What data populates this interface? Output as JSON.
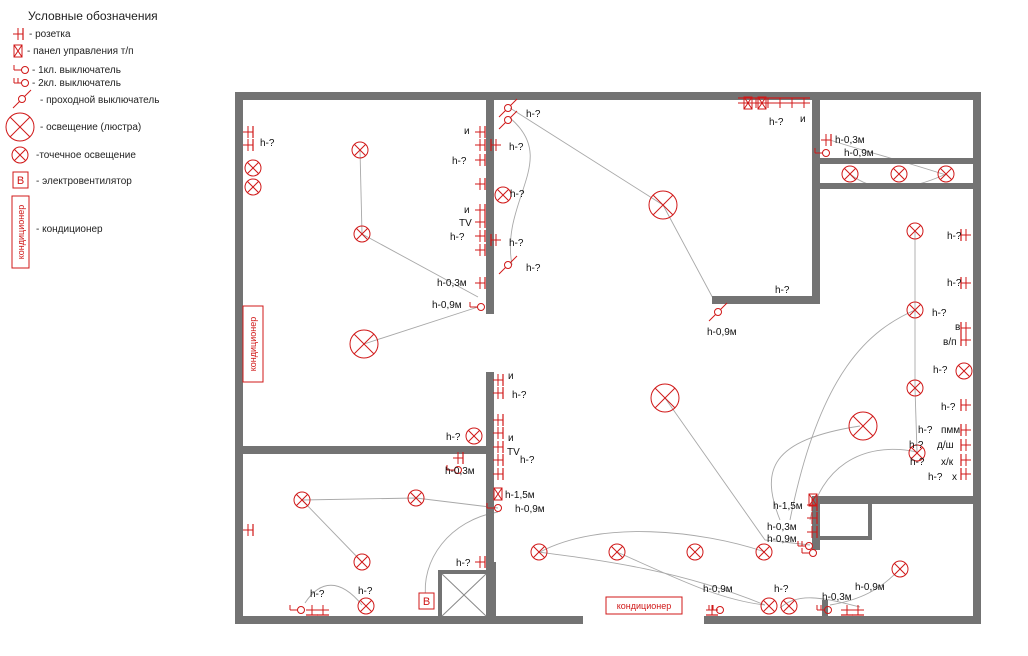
{
  "legend": {
    "title": "Условные обозначения",
    "items": [
      {
        "icon": "socket-icon",
        "label": "- розетка"
      },
      {
        "icon": "floor-heating-panel-icon",
        "label": "- панел управления т/п"
      },
      {
        "icon": "switch-1-key-icon",
        "label": "- 1кл. выключатель"
      },
      {
        "icon": "switch-2-key-icon",
        "label": "- 2кл. выключатель"
      },
      {
        "icon": "pass-through-switch-icon",
        "label": "- проходной выключатель"
      },
      {
        "icon": "chandelier-icon",
        "label": "- освещение (люстра)"
      },
      {
        "icon": "spot-light-icon",
        "label": "-точечное освещение"
      },
      {
        "icon": "fan-icon",
        "label": "- электровентилятор",
        "symbol": "В"
      },
      {
        "icon": "air-conditioner-icon",
        "label": "- кондиционер",
        "symbol": "кондиционер"
      }
    ]
  },
  "plan_labels": [
    {
      "id": "l1",
      "text": "h-?"
    },
    {
      "id": "l2",
      "text": "и"
    },
    {
      "id": "l3",
      "text": "h-?"
    },
    {
      "id": "l4",
      "text": "h-?"
    },
    {
      "id": "l5",
      "text": "h-?"
    },
    {
      "id": "l6",
      "text": "и"
    },
    {
      "id": "l7",
      "text": "TV"
    },
    {
      "id": "l8",
      "text": "h-?"
    },
    {
      "id": "l9",
      "text": "h-?"
    },
    {
      "id": "l10",
      "text": "h-?"
    },
    {
      "id": "l11",
      "text": "h-?"
    },
    {
      "id": "l12",
      "text": "h-0,3м"
    },
    {
      "id": "l13",
      "text": "h-0,9м"
    },
    {
      "id": "l14",
      "text": "h-?"
    },
    {
      "id": "l15",
      "text": "и"
    },
    {
      "id": "l16",
      "text": "h-0,3м"
    },
    {
      "id": "l17",
      "text": "h-0,9м"
    },
    {
      "id": "l18",
      "text": "h-?"
    },
    {
      "id": "l19",
      "text": "h-0,9м"
    },
    {
      "id": "l20",
      "text": "и"
    },
    {
      "id": "l21",
      "text": "h-?"
    },
    {
      "id": "l22",
      "text": "h-?"
    },
    {
      "id": "l23",
      "text": "и"
    },
    {
      "id": "l24",
      "text": "TV"
    },
    {
      "id": "l25",
      "text": "h-?"
    },
    {
      "id": "l26",
      "text": "h-0,3м"
    },
    {
      "id": "l27",
      "text": "h-1,5м"
    },
    {
      "id": "l28",
      "text": "h-0,9м"
    },
    {
      "id": "l29",
      "text": "h-?"
    },
    {
      "id": "l30",
      "text": "h-?"
    },
    {
      "id": "l31",
      "text": "h-?"
    },
    {
      "id": "l32",
      "text": "h-?"
    },
    {
      "id": "l33",
      "text": "h-?"
    },
    {
      "id": "l34",
      "text": "h-?"
    },
    {
      "id": "l35",
      "text": "в"
    },
    {
      "id": "l36",
      "text": "в/п"
    },
    {
      "id": "l37",
      "text": "h-?"
    },
    {
      "id": "l38",
      "text": "h-?"
    },
    {
      "id": "l39",
      "text": "пмм"
    },
    {
      "id": "l40",
      "text": "h-?"
    },
    {
      "id": "l41",
      "text": "h-?"
    },
    {
      "id": "l42",
      "text": "д/ш"
    },
    {
      "id": "l43",
      "text": "h-?"
    },
    {
      "id": "l44",
      "text": "х/к"
    },
    {
      "id": "l45",
      "text": "h-?"
    },
    {
      "id": "l46",
      "text": "х"
    },
    {
      "id": "l47",
      "text": "h-1,5м"
    },
    {
      "id": "l48",
      "text": "h-0,3м"
    },
    {
      "id": "l49",
      "text": "h-0,9м"
    },
    {
      "id": "l50",
      "text": "h-0,9м"
    },
    {
      "id": "l51",
      "text": "h-?"
    },
    {
      "id": "l52",
      "text": "h-0,9м"
    },
    {
      "id": "l53",
      "text": "h-0,3м"
    }
  ],
  "fan_symbol": "В",
  "ac_units": [
    {
      "id": "ac1",
      "text": "кондиционер"
    },
    {
      "id": "ac2",
      "text": "кондиционер"
    }
  ],
  "colors": {
    "symbols": "#d01818",
    "walls": "#737373",
    "wires": "#a8a8a8"
  }
}
